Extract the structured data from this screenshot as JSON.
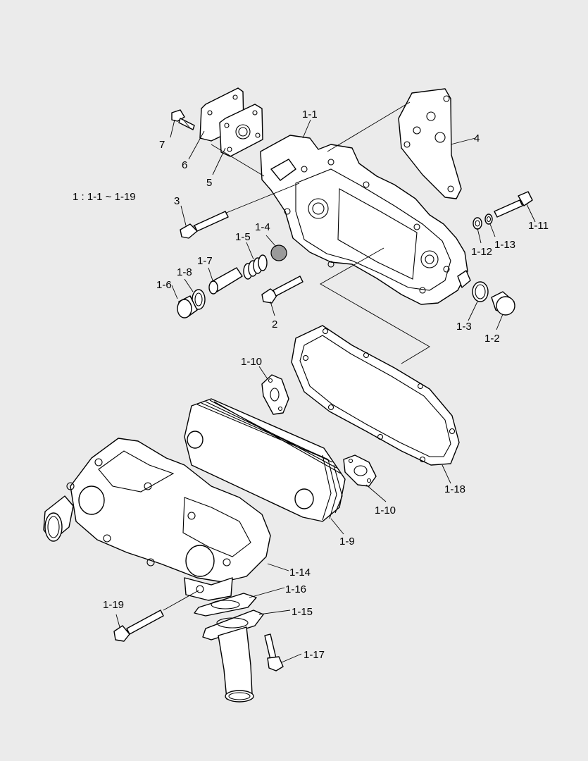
{
  "diagram": {
    "assembly_note": "1 : 1-1 ~ 1-19",
    "labels": {
      "p1_1": "1-1",
      "p1_2": "1-2",
      "p1_3": "1-3",
      "p1_4": "1-4",
      "p1_5": "1-5",
      "p1_6": "1-6",
      "p1_7": "1-7",
      "p1_8": "1-8",
      "p1_9": "1-9",
      "p1_10a": "1-10",
      "p1_10b": "1-10",
      "p1_11": "1-11",
      "p1_12": "1-12",
      "p1_13": "1-13",
      "p1_14": "1-14",
      "p1_15": "1-15",
      "p1_16": "1-16",
      "p1_17": "1-17",
      "p1_18": "1-18",
      "p1_19": "1-19",
      "p2": "2",
      "p3": "3",
      "p4": "4",
      "p5": "5",
      "p6": "6",
      "p7": "7"
    }
  }
}
